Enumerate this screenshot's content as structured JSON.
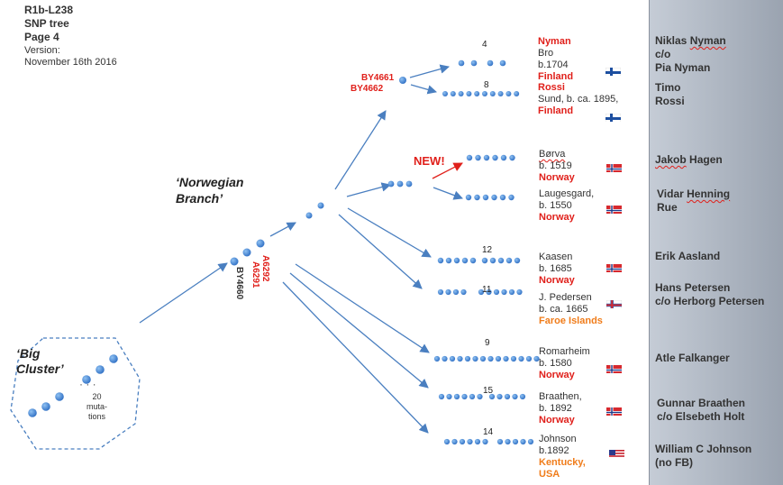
{
  "header": {
    "line1": "R1b-L238",
    "line2": "SNP tree",
    "line3": "Page 4",
    "version_label": "Version:",
    "version_date": "November 16th 2016"
  },
  "labels": {
    "norwegian_1": "‘Norwegian",
    "norwegian_2": "Branch’",
    "cluster_1": "‘Big",
    "cluster_2": "Cluster’",
    "mut_1": "20",
    "mut_2": "muta-",
    "mut_3": "tions",
    "new": "NEW!"
  },
  "snps": {
    "by4661": "BY4661",
    "by4662": "BY4662",
    "a6292": "A6292",
    "a6291": "A6291",
    "by4660": "BY4660"
  },
  "leaves": [
    {
      "count": "4",
      "name": "Nyman",
      "l2": "Bro",
      "l3": "b.1704",
      "l4": "Finland",
      "flag": "finland-flag-icon"
    },
    {
      "count": "8",
      "name": "Rossi",
      "l2": "Sund, b. ca. 1895,",
      "l3": "Finland",
      "flag": "finland-flag-icon"
    },
    {
      "name": "Børva",
      "l2": "b. 1519",
      "l3": "Norway",
      "flag": "norway-flag-icon"
    },
    {
      "name": "Laugesgard,",
      "l2": "b. 1550",
      "l3": "Norway",
      "flag": "norway-flag-icon"
    },
    {
      "count": "12",
      "name": "Kaasen",
      "l2": "b. 1685",
      "l3": "Norway",
      "flag": "norway-flag-icon"
    },
    {
      "count": "11",
      "name": "J. Pedersen",
      "l2": "b. ca. 1665",
      "l3": "Faroe Islands",
      "flag": "faroe-flag-icon"
    },
    {
      "count": "9",
      "name": "Romarheim",
      "l2": "b. 1580",
      "l3": "Norway",
      "flag": "norway-flag-icon"
    },
    {
      "count": "15",
      "name": "Braathen,",
      "l2": "b.  1892",
      "l3": "Norway",
      "flag": "norway-flag-icon"
    },
    {
      "count": "14",
      "name": "Johnson",
      "l2": "b.1892",
      "l3": "Kentucky,",
      "l4": "USA",
      "flag": "usa-flag-icon"
    }
  ],
  "testers": [
    {
      "first": "Niklas",
      "last": "Nyman",
      "l2": "c/o",
      "l3": "Pia Nyman"
    },
    {
      "l1": "Timo",
      "l2": "Rossi"
    },
    {
      "first": "Jakob",
      "last": "Hagen"
    },
    {
      "first": "Vidar",
      "last": "Henning",
      "l2": "Rue"
    },
    {
      "l1": "Erik Aasland"
    },
    {
      "l1": "Hans Petersen",
      "l2": "c/o Herborg Petersen"
    },
    {
      "l1": "Atle Falkanger"
    },
    {
      "l1": "Gunnar Braathen",
      "l2": "c/o Elsebeth Holt"
    },
    {
      "l1": "William C Johnson",
      "l2": "(no FB)"
    }
  ],
  "colors": {
    "dot": "#3a7fd0",
    "arrow": "#4a7fc0",
    "highlight": "#e0201b",
    "orange": "#f07c1a",
    "sidebar": "#b3bac4"
  }
}
